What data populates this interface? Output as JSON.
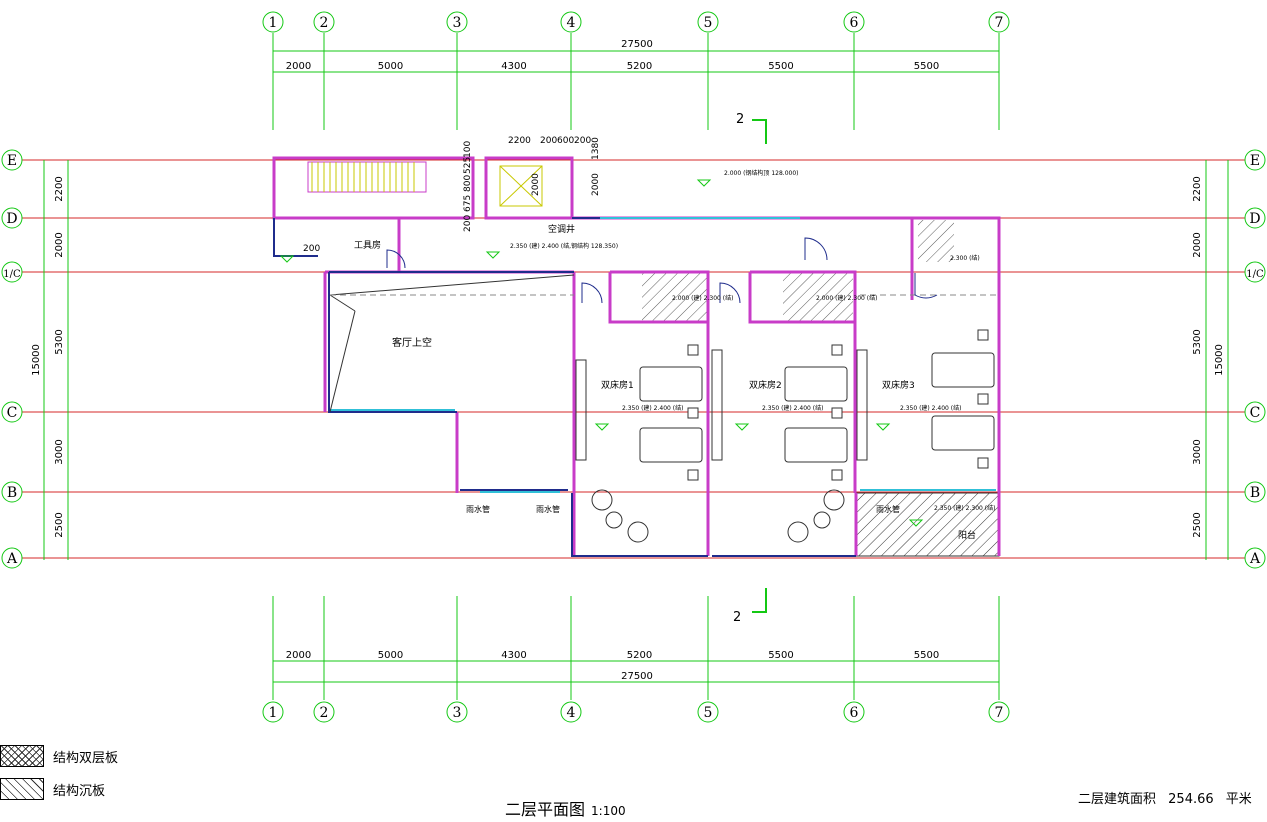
{
  "axes_top": [
    "1",
    "2",
    "3",
    "4",
    "5",
    "6",
    "7"
  ],
  "axes_side": [
    "E",
    "D",
    "1/C",
    "C",
    "B",
    "A"
  ],
  "dims": {
    "total": "27500",
    "spans": [
      "2000",
      "5000",
      "4300",
      "5200",
      "5500",
      "5500"
    ],
    "left_rows": [
      "2200",
      "2000",
      "5300",
      "3000",
      "2500"
    ],
    "left_total": "15000",
    "right_rows": [
      "2200",
      "2000",
      "5300",
      "3000",
      "2500"
    ],
    "right_total": "15000"
  },
  "section_mark": "2",
  "rooms": {
    "living_void": "客厅上空",
    "tool_room": "工具房",
    "ac_shaft": "空调井",
    "bedroom1": "双床房1",
    "bedroom2": "双床房2",
    "bedroom3": "双床房3",
    "balcony": "阳台"
  },
  "small_notes": {
    "mid_dims": [
      "2200",
      "200",
      "600",
      "200",
      "200",
      "675",
      "800",
      "525",
      "100",
      "2000",
      "200",
      "1380"
    ],
    "rain_pipe_left": "雨水管",
    "rain_pipe_right": "雨水管",
    "rain_pipe_balcony": "雨水管"
  },
  "levels": {
    "roof": "2.000 (钢结构顶 128.000)",
    "corridor": "2.350 (建)\n2.400 (结,钢结构 128.350)",
    "bed1": "2.350 (建)\n2.400 (结)",
    "bed2": "2.350 (建)\n2.400 (结)",
    "bed3": "2.350 (建)\n2.400 (结)",
    "bath1": "2.000 (建)\n2.300 (结)",
    "bath2": "2.000 (建)\n2.300 (结)",
    "bath3": "2.300 (结)",
    "balcony": "2.350 (建)\n2.300 (结)"
  },
  "legend": [
    {
      "label": "结构双层板",
      "pattern": "cross"
    },
    {
      "label": "结构沉板",
      "pattern": "diag"
    }
  ],
  "title": "二层平面图",
  "scale": "1:100",
  "area_label": "二层建筑面积",
  "area_value": "254.66",
  "area_unit": "平米",
  "colors": {
    "grid_red": "#d42a2a",
    "axis_green": "#14c814",
    "wall_magenta": "#c83cc8",
    "wall_blue": "#1f2c8c",
    "window_cyan": "#30c0d8",
    "note_yellow": "#c8c800",
    "drawing_black": "#222222"
  }
}
